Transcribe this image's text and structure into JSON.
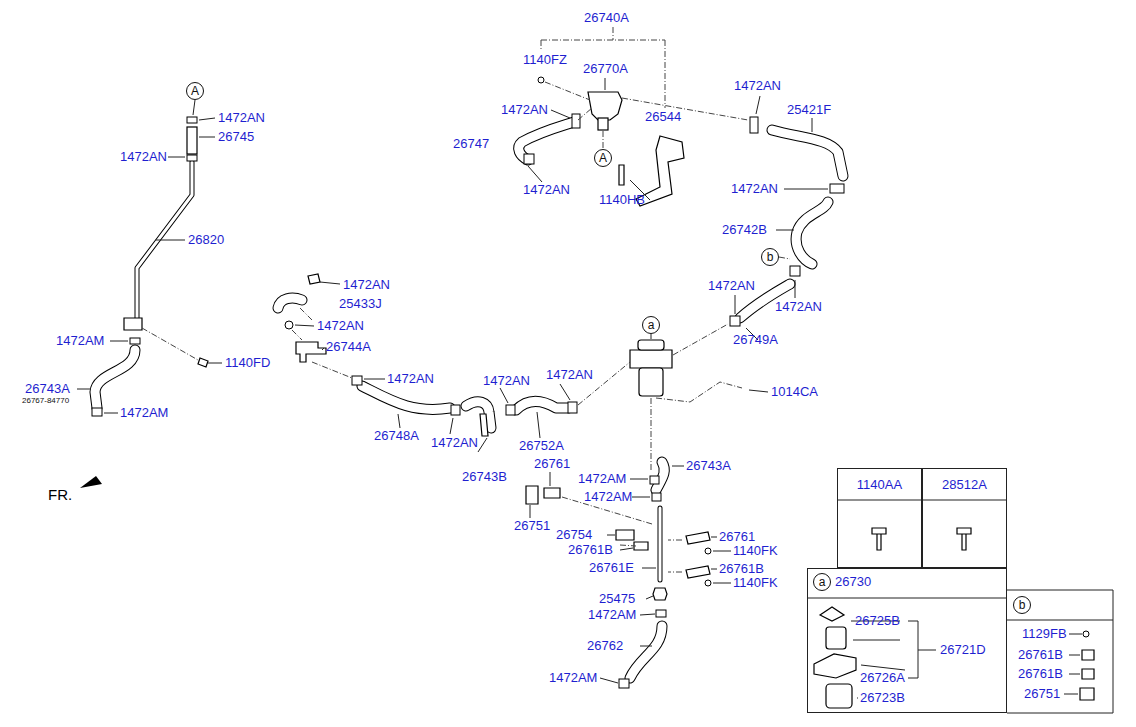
{
  "diagram": {
    "nodes": [
      {
        "text": [
          "A"
        ]
      },
      {
        "text": [
          "A"
        ]
      },
      {
        "text": [
          "b"
        ]
      },
      {
        "text": [
          "a"
        ]
      },
      {
        "text": [
          "1140AA"
        ]
      },
      {
        "text": [
          "28512A"
        ]
      },
      {
        "text": [
          "26730"
        ]
      },
      {
        "text": [
          "a"
        ],
        "in": 6
      },
      {
        "text": [
          "b"
        ]
      }
    ],
    "labels": [
      "26740A",
      "1140FZ",
      "26770A",
      "1472AN",
      "26544",
      "26747",
      "1472AN",
      "1140HB",
      "1472AN",
      "25421F",
      "1472AN",
      "26742B",
      "1472AN",
      "1472AN",
      "26749A",
      "1472AN",
      "26745",
      "1472AN",
      "26820",
      "1472AM",
      "1140FD",
      "26743A",
      "26767-84770",
      "1472AM",
      "FR.",
      "1472AN",
      "25433J",
      "1472AN",
      "26744A",
      "1472AN",
      "26748A",
      "1472AN",
      "1472AN",
      "26743B",
      "1472AN",
      "26752A",
      "1014CA",
      "26761",
      "26751",
      "1472AM",
      "26743A",
      "1472AM",
      "26754",
      "26761B",
      "26761E",
      "26761",
      "1140FK",
      "26761B",
      "1140FK",
      "25475",
      "1472AM",
      "26762",
      "1472AM",
      "26725B",
      "26721D",
      "26726A",
      "26723B",
      "1129FB",
      "26761B",
      "26761B",
      "26751"
    ]
  }
}
